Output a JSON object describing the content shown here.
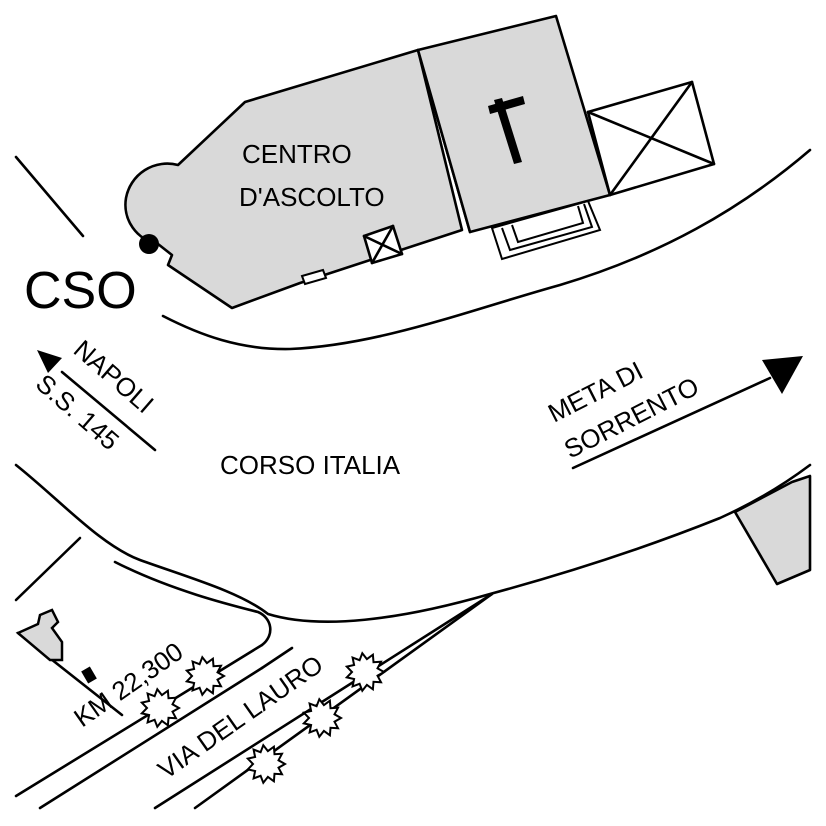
{
  "map": {
    "colors": {
      "background": "#ffffff",
      "building_fill": "#d9d9d9",
      "line": "#000000"
    },
    "buildings": {
      "centro": {
        "label_line1": "CENTRO",
        "label_line2": "D'ASCOLTO"
      },
      "church": {
        "symbol": "cross-icon"
      }
    },
    "marker": {
      "label": "CSO",
      "icon": "location-dot-icon"
    },
    "roads": {
      "main": "CORSO ITALIA",
      "side": "VIA DEL LAURO",
      "km_marker": "KM 22,300"
    },
    "directions": {
      "west": {
        "line1": "NAPOLI",
        "line2": "S.S. 145",
        "icon": "arrow-up-left-icon"
      },
      "east": {
        "line1": "META DI",
        "line2": "SORRENTO",
        "icon": "arrow-right-icon"
      }
    },
    "trees": {
      "icon": "tree-icon"
    }
  }
}
